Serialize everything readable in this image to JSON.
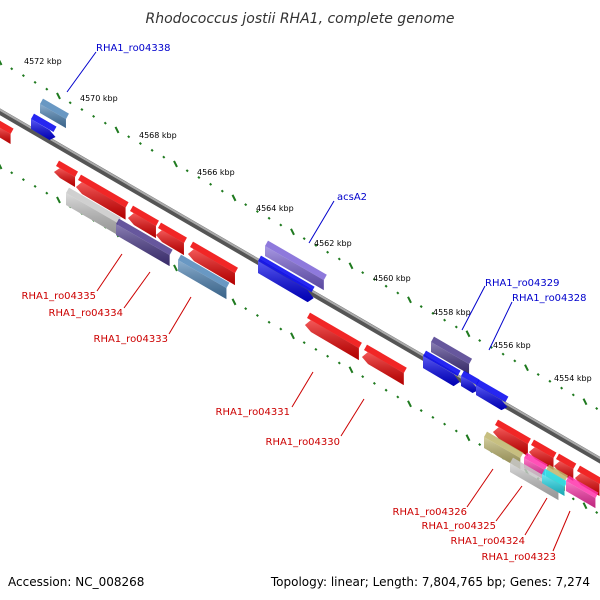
{
  "title": "Rhodococcus jostii RHA1, complete genome",
  "footer": {
    "accession": "Accession: NC_008268",
    "topology": "Topology: linear; Length: 7,804,765 bp; Genes: 7,274"
  },
  "scale_ticks": [
    {
      "label": "4572 kbp"
    },
    {
      "label": "4570 kbp"
    },
    {
      "label": "4568 kbp"
    },
    {
      "label": "4566 kbp"
    },
    {
      "label": "4564 kbp"
    },
    {
      "label": "4562 kbp"
    },
    {
      "label": "4560 kbp"
    },
    {
      "label": "4558 kbp"
    },
    {
      "label": "4556 kbp"
    },
    {
      "label": "4554 kbp"
    }
  ],
  "gene_labels_forward": [
    {
      "text": "RHA1_ro04338"
    },
    {
      "text": "acsA2"
    },
    {
      "text": "RHA1_ro04329"
    },
    {
      "text": "RHA1_ro04328"
    }
  ],
  "gene_labels_reverse": [
    {
      "text": "RHA1_ro04335"
    },
    {
      "text": "RHA1_ro04334"
    },
    {
      "text": "RHA1_ro04333"
    },
    {
      "text": "RHA1_ro04331"
    },
    {
      "text": "RHA1_ro04330"
    },
    {
      "text": "RHA1_ro04326"
    },
    {
      "text": "RHA1_ro04325"
    },
    {
      "text": "RHA1_ro04324"
    },
    {
      "text": "RHA1_ro04323"
    }
  ],
  "colors": {
    "backbone": "#808080",
    "scale_dots": "#1f7a1f",
    "forward_gene": "#0000ee",
    "reverse_gene": "#ee0000",
    "label_blue": "#0000cc",
    "label_red": "#cc0000"
  }
}
